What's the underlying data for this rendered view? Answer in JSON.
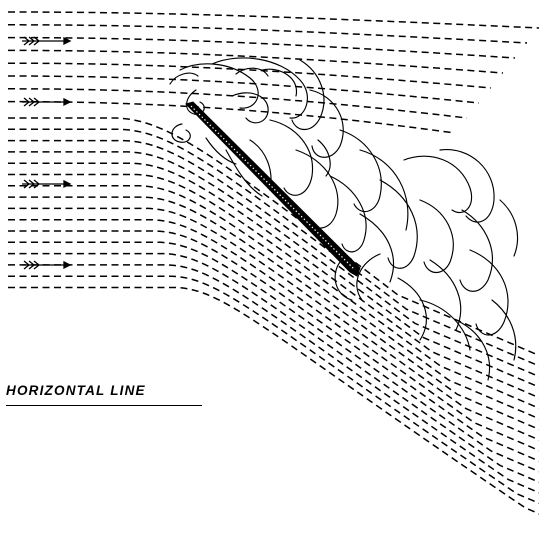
{
  "figure": {
    "label": "HORIZONTAL LINE",
    "stroke_color": "#000000",
    "background_color": "#ffffff",
    "arrow_count": 4,
    "upper_streamline_count": 8,
    "lower_streamline_count": 16
  }
}
